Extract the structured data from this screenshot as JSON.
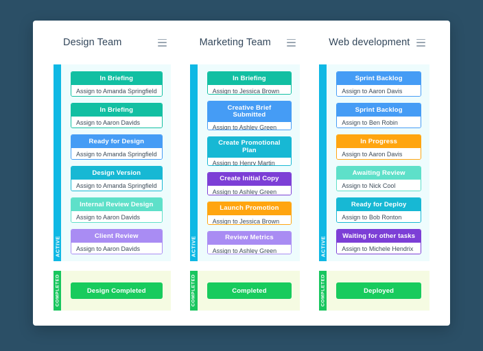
{
  "board": {
    "rail_active_label": "ACTIVE",
    "rail_completed_label": "COMPLETED",
    "menu_icon": "hamburger-menu-icon",
    "accent_active": "#0fb8e4",
    "accent_completed": "#19c65e",
    "panel_bg_active": "#eefcfd",
    "panel_bg_completed": "#f5fbe2",
    "page_bg": "#2b4f66"
  },
  "columns": [
    {
      "title": "Design Team",
      "tasks": [
        {
          "title": "In Briefing",
          "assign": "Assign to Amanda Springfield",
          "color": "#12bfa2"
        },
        {
          "title": "In Briefing",
          "assign": "Assign to Aaron Davids",
          "color": "#12bfa2"
        },
        {
          "title": "Ready for Design",
          "assign": "Assign to Amanda Springfield",
          "color": "#459cf5"
        },
        {
          "title": "Design Version",
          "assign": "Assign to Amanda Springfield",
          "color": "#17b8d4"
        },
        {
          "title": "Internal Review Design",
          "assign": "Assign to Aaron Davids",
          "color": "#5ee0c9"
        },
        {
          "title": "Client Review",
          "assign": "Assign to Aaron Davids",
          "color": "#a98cf3"
        }
      ],
      "completed": {
        "label": "Design Completed"
      }
    },
    {
      "title": "Marketing Team",
      "tasks": [
        {
          "title": "In Briefing",
          "assign": "Assign to Jessica Brown",
          "color": "#12bfa2"
        },
        {
          "title": "Creative Brief Submitted",
          "assign": "Assign to Ashley Green",
          "color": "#459cf5"
        },
        {
          "title": "Create Promotional Plan",
          "assign": "Assign to Henry Martin",
          "color": "#17b8d4"
        },
        {
          "title": "Create Initial Copy",
          "assign": "Assign to Ashley Green",
          "color": "#7c3fd6"
        },
        {
          "title": "Launch Promotion",
          "assign": "Assign to Jessica Brown",
          "color": "#ffa510"
        },
        {
          "title": "Review Metrics",
          "assign": "Assign to Ashley Green",
          "color": "#a98cf3"
        }
      ],
      "completed": {
        "label": "Completed"
      }
    },
    {
      "title": "Web development",
      "tasks": [
        {
          "title": "Sprint Backlog",
          "assign": "Assign to Aaron Davis",
          "color": "#459cf5"
        },
        {
          "title": "Sprint Backlog",
          "assign": "Assign to Ben Robin",
          "color": "#459cf5"
        },
        {
          "title": "In Progress",
          "assign": "Assign to Aaron Davis",
          "color": "#ffa510"
        },
        {
          "title": "Awaiting Review",
          "assign": "Assign to Nick Cool",
          "color": "#5ee0c9"
        },
        {
          "title": "Ready for Deploy",
          "assign": "Assign to Bob Ronton",
          "color": "#17b8d4"
        },
        {
          "title": "Waiting for other tasks",
          "assign": "Assign to Michele Hendrix",
          "color": "#7c3fd6"
        }
      ],
      "completed": {
        "label": "Deployed"
      }
    }
  ]
}
